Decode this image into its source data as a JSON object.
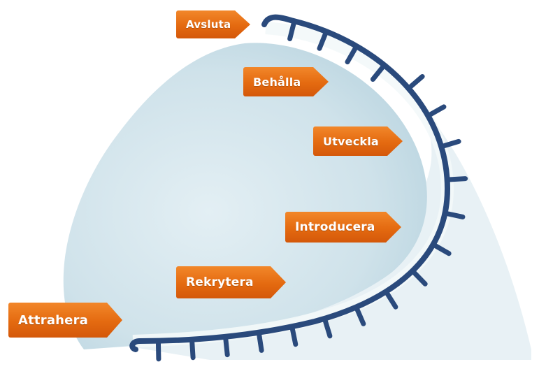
{
  "diagram": {
    "stages": [
      {
        "id": "avsluta",
        "label": "Avsluta"
      },
      {
        "id": "behalla",
        "label": "Behålla"
      },
      {
        "id": "utveckla",
        "label": "Utveckla"
      },
      {
        "id": "introducera",
        "label": "Introducera"
      },
      {
        "id": "rekrytera",
        "label": "Rekrytera"
      },
      {
        "id": "attrahera",
        "label": "Attrahera"
      }
    ],
    "colors": {
      "tag_orange": "#e46a10",
      "track_blue": "#2a4a7c",
      "fill_light_blue": "#cfe2ea",
      "shadow_blue": "#e7f0f4"
    }
  }
}
